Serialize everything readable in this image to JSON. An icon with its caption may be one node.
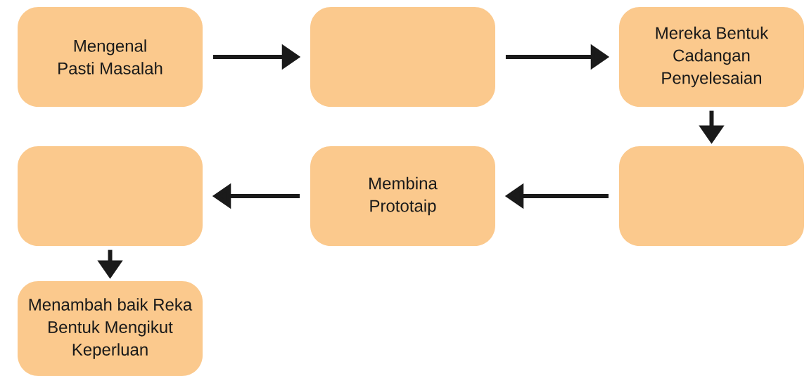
{
  "diagram": {
    "nodes": [
      {
        "text": [
          "Mengenal Pasti Masalah"
        ]
      },
      {
        "text": [],
        "shape": "box"
      },
      {
        "text": [
          "Mereka Bentuk Cadangan Penyelesaian"
        ]
      },
      {
        "text": [],
        "shape": "box"
      },
      {
        "text": [
          "Membina Prototaip"
        ]
      },
      {
        "text": [],
        "shape": "box"
      },
      {
        "text": [
          "Menambah baik Reka Bentuk Mengikut Keperluan"
        ]
      }
    ],
    "edges": [
      {
        "from": 0,
        "to": 1,
        "arrow": "to"
      },
      {
        "from": 1,
        "to": 2,
        "arrow": "to"
      },
      {
        "from": 2,
        "to": 3,
        "arrow": "to"
      },
      {
        "from": 3,
        "to": 4,
        "arrow": "to"
      },
      {
        "from": 4,
        "to": 5,
        "arrow": "to"
      },
      {
        "from": 5,
        "to": 6,
        "arrow": "to"
      }
    ]
  }
}
